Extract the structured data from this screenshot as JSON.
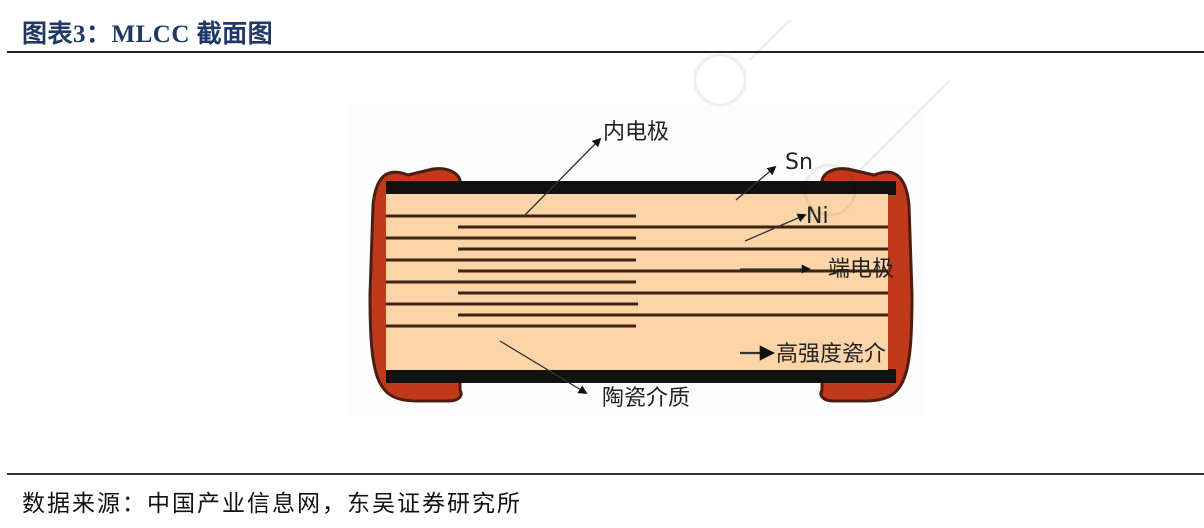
{
  "header": {
    "title": "图表3：MLCC 截面图",
    "title_color": "#1f3864"
  },
  "figure": {
    "description": "MLCC cross-section diagram",
    "labels": {
      "inner_electrode": "内电极",
      "sn": "Sn",
      "ni": "Ni",
      "terminal_electrode": "端电极",
      "high_strength_ceramic": "高强度瓷介",
      "ceramic_dielectric": "陶瓷介质"
    },
    "colors": {
      "cap_outer": "#c0391b",
      "cap_outline": "#5a2a1a",
      "body": "#fbd5a8",
      "band": "#111111",
      "electrode": "#3b2410"
    },
    "electrode_layers": 10
  },
  "footer": {
    "source": "数据来源：中国产业信息网，东吴证券研究所"
  }
}
